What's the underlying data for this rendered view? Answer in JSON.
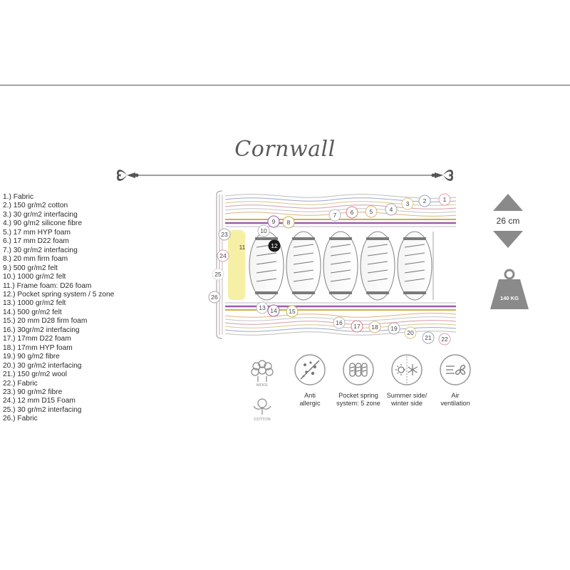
{
  "title": "Cornwall",
  "legend": [
    "1.) Fabric",
    "2.) 150 gr/m2 cotton",
    "3.) 30 gr/m2 interfacing",
    "4.) 90 g/m2 silicone fibre",
    "5.) 17 mm HYP foam",
    "6.) 17 mm D22 foam",
    "7.) 30 gr/m2 interfacing",
    "8.) 20 mm firm foam",
    "9.) 500 gr/m2 felt",
    "10.) 1000 gr/m2 felt",
    "11.) Frame foam: D26 foam",
    "12.) Pocket spring system / 5 zone",
    "13.) 1000 gr/m2 felt",
    "14.) 500 gr/m2 felt",
    "15.) 20 mm D28 firm foam",
    "16.) 30gr/m2 interfacing",
    "17.) 17mm D22 foam",
    "18.) 17mm HYP foam",
    "19.) 90 g/m2 fibre",
    "20.) 30 gr/m2 interfacing",
    "21.) 150 gr/m2 wool",
    "22.) Fabric",
    "23.) 90 gr/m2 fibre",
    "24.) 12 mm D15 Foam",
    "25.) 30 gr/m2 interfacing",
    "26.) Fabric"
  ],
  "callouts": [
    "1",
    "2",
    "3",
    "4",
    "5",
    "6",
    "7",
    "8",
    "9",
    "10",
    "11",
    "12",
    "13",
    "14",
    "15",
    "16",
    "17",
    "18",
    "19",
    "20",
    "21",
    "22",
    "23",
    "24",
    "25",
    "26"
  ],
  "height": {
    "label": "26 cm"
  },
  "weight": {
    "label": "140 KG"
  },
  "materials": {
    "wool": "WOOL",
    "cotton": "COTTON"
  },
  "features": [
    {
      "icon": "anti-allergic-icon",
      "label": "Anti\nallergic"
    },
    {
      "icon": "pocket-spring-icon",
      "label": "Pocket spring\nsystem: 5 zone"
    },
    {
      "icon": "summer-winter-icon",
      "label": "Summer side/\nwinter side"
    },
    {
      "icon": "air-ventilation-icon",
      "label": "Air\nventilation"
    }
  ],
  "colors": {
    "line": "#555555",
    "accent_purple": "#9b5ea8",
    "frame_yellow": "#f6f0a6",
    "spring_fill": "#7a7a7a",
    "callout_pink": "#e07a8a",
    "callout_dark": "#1a1a1a"
  }
}
